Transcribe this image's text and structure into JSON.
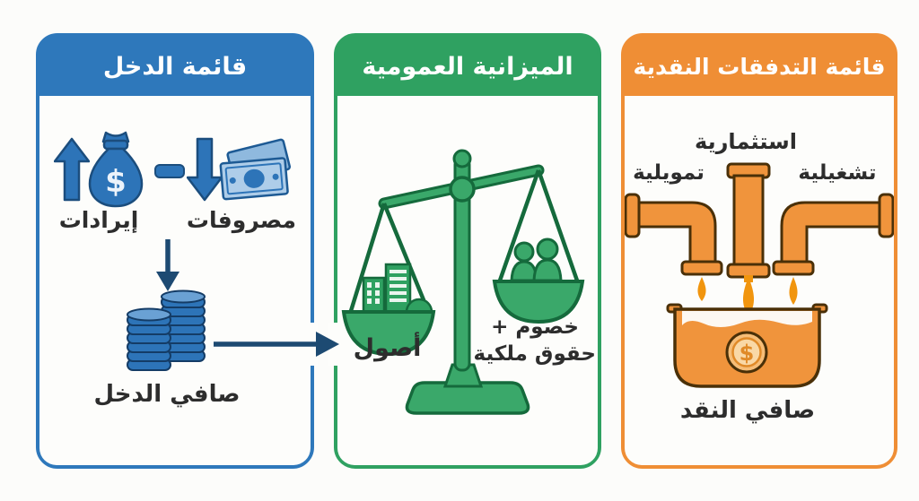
{
  "canvas": {
    "background": "#fcfcfa"
  },
  "colors": {
    "income_accent": "#2e78bb",
    "balance_accent": "#2fa161",
    "cashflow_accent": "#ef8e35",
    "flow_arrow": "#1d4a72",
    "icon_blue": "#2d74b8",
    "pipe_orange": "#f0943c",
    "label_text": "#2d2d2d"
  },
  "symbols": {
    "dollar": "$"
  },
  "panels": {
    "income": {
      "title": "قائمة الدخل",
      "revenues_label": "إيرادات",
      "expenses_label": "مصروفات",
      "net_income_label": "صافي الدخل"
    },
    "balance": {
      "title": "الميزانية العمومية",
      "assets_label": "أصول",
      "liabilities_label": "خصوم +",
      "equity_label": "حقوق ملكية"
    },
    "cashflow": {
      "title": "قائمة التدفقات النقدية",
      "investing_label": "استثمارية",
      "financing_label": "تمويلية",
      "operating_label": "تشغيلية",
      "net_cash_label": "صافي النقد"
    }
  }
}
